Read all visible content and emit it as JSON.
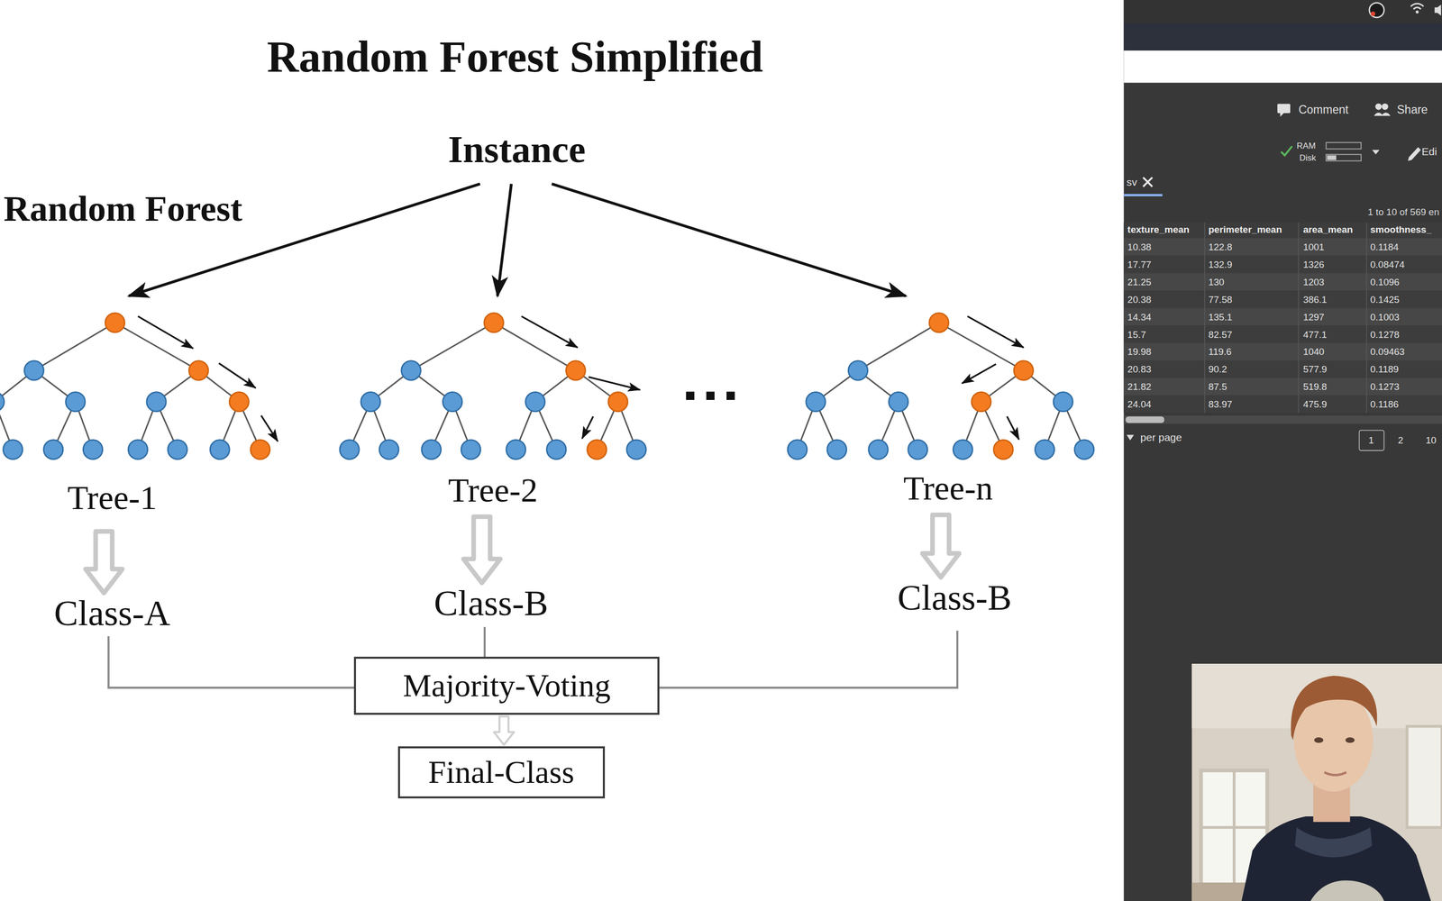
{
  "diagram": {
    "title": "Random Forest Simplified",
    "nodes": [
      {
        "text": [
          "Majority-Voting"
        ]
      },
      {
        "text": [
          "Final-Class"
        ]
      }
    ],
    "edges": [
      {
        "from": 0,
        "to": 1,
        "arrow": "to"
      }
    ],
    "labels": [
      "Random Forest",
      "Instance",
      "Tree-1",
      "Tree-2",
      "Tree-n",
      "Class-A",
      "Class-B",
      "Class-B",
      "Comment",
      "Share",
      "RAM",
      "Disk",
      "Edi",
      "sv",
      "1 to 10 of 569 en",
      "texture_mean",
      "perimeter_mean",
      "area_mean",
      "smoothness_",
      "10.38",
      "122.8",
      "1001",
      "0.1184",
      "17.77",
      "132.9",
      "1326",
      "0.08474",
      "21.25",
      "130",
      "1203",
      "0.1096",
      "20.38",
      "77.58",
      "386.1",
      "0.1425",
      "14.34",
      "135.1",
      "1297",
      "0.1003",
      "15.7",
      "82.57",
      "477.1",
      "0.1278",
      "19.98",
      "119.6",
      "1040",
      "0.09463",
      "20.83",
      "90.2",
      "577.9",
      "0.1189",
      "21.82",
      "87.5",
      "519.8",
      "0.1273",
      "24.04",
      "83.97",
      "475.9",
      "0.1186",
      "per page",
      "1",
      "2",
      "10"
    ]
  }
}
